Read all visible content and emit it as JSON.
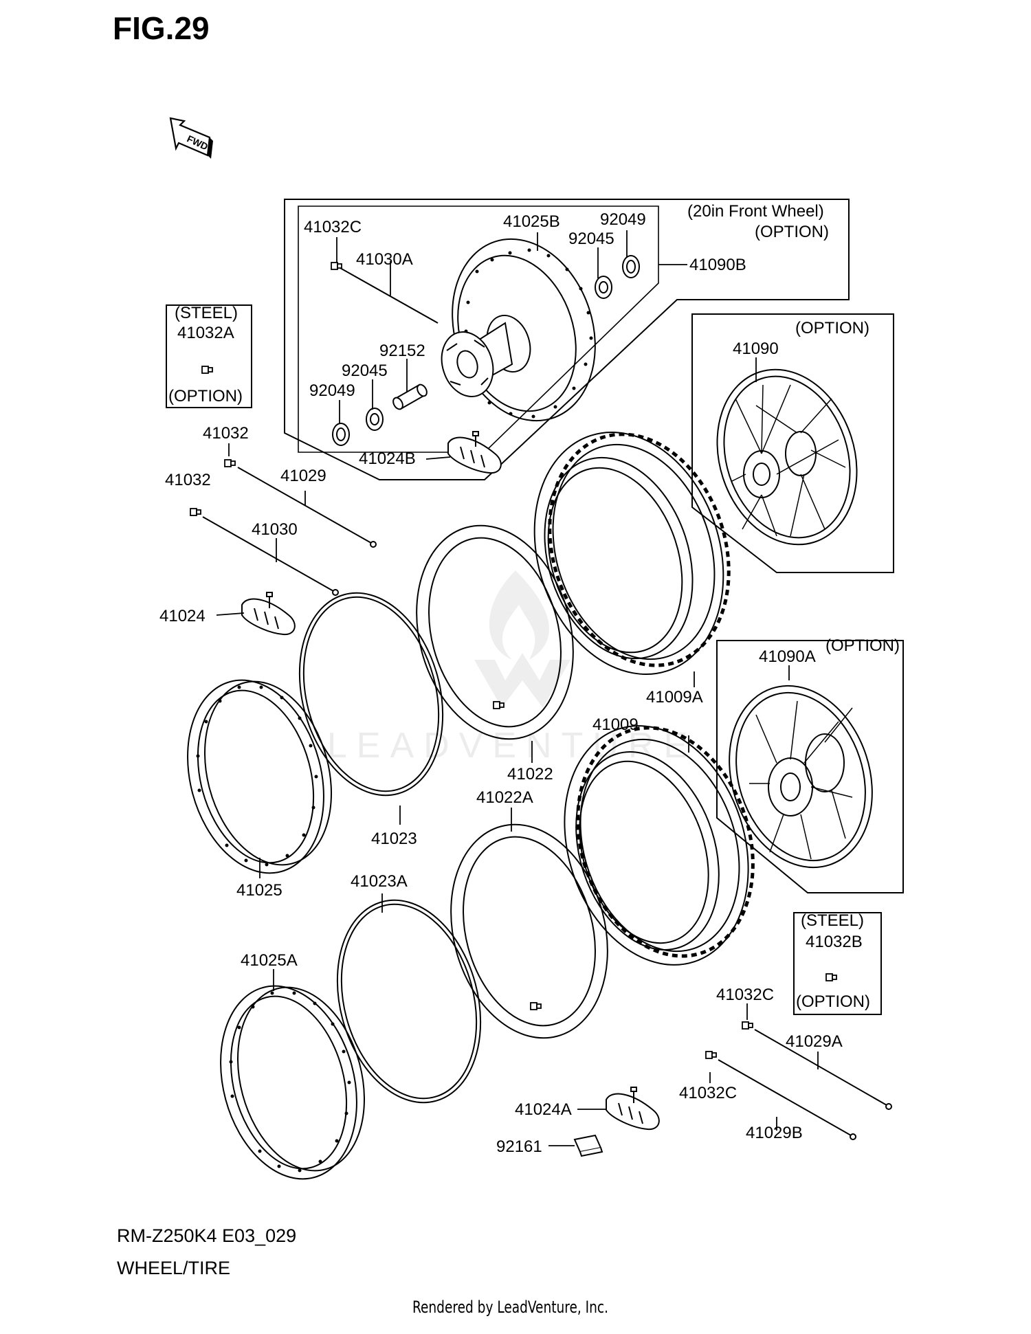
{
  "figure": {
    "title": "FIG.29",
    "model": "RM-Z250K4 E03_029",
    "name": "WHEEL/TIRE",
    "rendered_by": "Rendered by LeadVenture, Inc.",
    "watermark": "LEADVENTURE",
    "fwd_label": "FWD"
  },
  "callouts": {
    "front_wheel_note_1": "(20in Front Wheel)",
    "front_wheel_note_2": "(OPTION)",
    "option_41090": "(OPTION)",
    "option_41090A": "(OPTION)",
    "steel_a": "(STEEL)",
    "option_a": "(OPTION)",
    "steel_b": "(STEEL)",
    "option_b": "(OPTION)"
  },
  "parts": {
    "p41032C_top": "41032C",
    "p41030A": "41030A",
    "p41025B": "41025B",
    "p92049_top": "92049",
    "p92045_top": "92045",
    "p41090B": "41090B",
    "p92152": "92152",
    "p92045_left": "92045",
    "p92049_left": "92049",
    "p41024B": "41024B",
    "p41032A": "41032A",
    "p41090": "41090",
    "p41032_a": "41032",
    "p41032_b": "41032",
    "p41029": "41029",
    "p41030": "41030",
    "p41024": "41024",
    "p41009A": "41009A",
    "p41090A": "41090A",
    "p41009": "41009",
    "p41022": "41022",
    "p41022A": "41022A",
    "p41023": "41023",
    "p41025": "41025",
    "p41023A": "41023A",
    "p41025A": "41025A",
    "p41032B": "41032B",
    "p41032C_right1": "41032C",
    "p41029A": "41029A",
    "p41032C_right2": "41032C",
    "p41029B": "41029B",
    "p41024A": "41024A",
    "p92161": "92161"
  }
}
